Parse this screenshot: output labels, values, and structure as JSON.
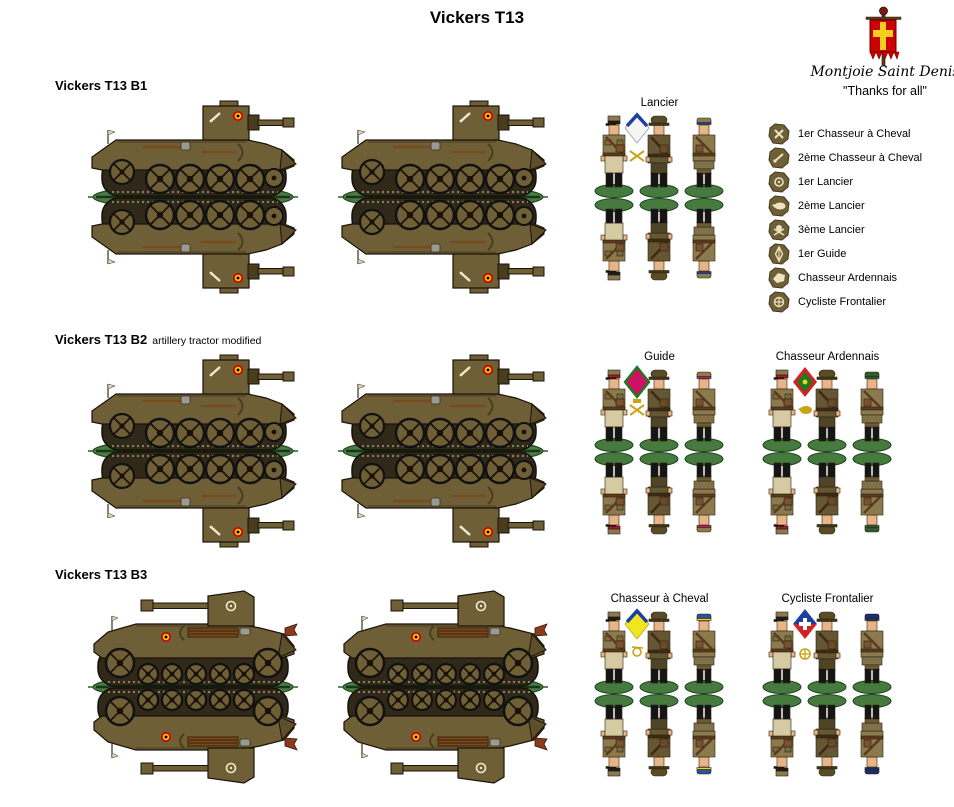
{
  "title": "Vickers T13",
  "banner": {
    "flag_icon": "red-standard-yellow-cross",
    "motto": "Montjoie Saint Denis",
    "dedication": "\"Thanks for all\""
  },
  "sections": [
    {
      "label": "Vickers T13 B1",
      "sublabel": "",
      "tanks": [
        {
          "view": "side-with-reflection",
          "turret_emblem": "white-saber",
          "gun": "right"
        },
        {
          "view": "side-with-reflection",
          "turret_emblem": "white-boar-head",
          "gun": "right"
        }
      ]
    },
    {
      "label": "Vickers T13 B2",
      "sublabel": "artillery tractor modified",
      "tanks": [
        {
          "view": "side-with-reflection",
          "turret_emblem": "white-boar",
          "gun": "right"
        },
        {
          "view": "side-with-reflection",
          "turret_emblem": "white-boar-head",
          "gun": "right"
        }
      ]
    },
    {
      "label": "Vickers T13 B3",
      "sublabel": "",
      "tanks": [
        {
          "view": "side-with-reflection",
          "turret_emblem": "white-rosette",
          "gun": "left"
        },
        {
          "view": "side-with-reflection",
          "turret_emblem": "white-guide-cipher",
          "gun": "left"
        }
      ]
    }
  ],
  "soldier_groups": [
    {
      "label": "Lancier",
      "pennant": [
        "#f5f5f5",
        "#1d3fa0"
      ],
      "emblem": "crossed-sabers"
    },
    {
      "label": "Guide",
      "pennant": [
        "#cc1166",
        "#1e7a1e"
      ],
      "emblem": "crown-crossed-sabers"
    },
    {
      "label": "Chasseur Ardennais",
      "pennant": [
        "#d42222",
        "#1e7a1e"
      ],
      "emblem": "boar"
    },
    {
      "label": "Chasseur à Cheval",
      "pennant": [
        "#f2e41e",
        "#1d3fa0"
      ],
      "emblem": "bugle-horn"
    },
    {
      "label": "Cycliste Frontalier",
      "pennant": [
        "#d42222",
        "#1d3fa0"
      ],
      "emblem": "wheel"
    }
  ],
  "legend": {
    "items": [
      {
        "icon": "crossed-sabers-roundel",
        "label": "1er Chasseur à Cheval"
      },
      {
        "icon": "saber-roundel",
        "label": "2ème Chasseur à Cheval"
      },
      {
        "icon": "rosette-roundel",
        "label": "1er Lancier"
      },
      {
        "icon": "boar-roundel",
        "label": "2ème Lancier"
      },
      {
        "icon": "skull-lances-roundel",
        "label": "3ème Lancier"
      },
      {
        "icon": "guide-cipher-roundel",
        "label": "1er Guide"
      },
      {
        "icon": "boar-head-roundel",
        "label": "Chasseur Ardennais"
      },
      {
        "icon": "wheel-roundel",
        "label": "Cycliste Frontalier"
      }
    ]
  },
  "colors": {
    "hull_khaki": "#6e5f36",
    "base_green": "#4c7a45",
    "waterline_green": "#2d5a2d",
    "cockade": [
      "#d40000",
      "#ffd500",
      "#000000"
    ],
    "flag_red": "#cc0000",
    "flag_cross_yellow": "#f5cf1e"
  }
}
